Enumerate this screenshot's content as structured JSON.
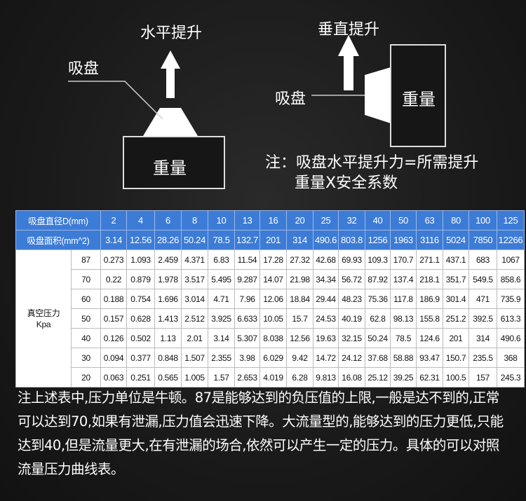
{
  "diagram_left": {
    "lift_label": "水平提升",
    "cup_label": "吸盘",
    "weight_label": "重量"
  },
  "diagram_right": {
    "lift_label": "垂直提升",
    "cup_label": "吸盘",
    "weight_label": "重量"
  },
  "note": {
    "line1": "注：吸盘水平提升力=所需提升",
    "line2": "重量X安全系数"
  },
  "table": {
    "diameter_label": "吸盘直径D(mm)",
    "area_label": "吸盘面积(mm^2)",
    "pressure_label_line1": "真空压力",
    "pressure_label_line2": "Kpa",
    "diameters": [
      "2",
      "4",
      "6",
      "8",
      "10",
      "13",
      "16",
      "20",
      "25",
      "32",
      "40",
      "50",
      "63",
      "80",
      "100",
      "125"
    ],
    "areas": [
      "3.14",
      "12.56",
      "28.26",
      "50.24",
      "78.5",
      "132.7",
      "201",
      "314",
      "490.6",
      "803.8",
      "1256",
      "1963",
      "3116",
      "5024",
      "7850",
      "12266"
    ],
    "rows": [
      {
        "pressure": "87",
        "values": [
          "0.273",
          "1.093",
          "2.459",
          "4.371",
          "6.83",
          "11.54",
          "17.28",
          "27.32",
          "42.68",
          "69.93",
          "109.3",
          "170.7",
          "271.1",
          "437.1",
          "683",
          "1067"
        ]
      },
      {
        "pressure": "70",
        "values": [
          "0.22",
          "0.879",
          "1.978",
          "3.517",
          "5.495",
          "9.287",
          "14.07",
          "21.98",
          "34.34",
          "56.72",
          "87.92",
          "137.4",
          "218.1",
          "351.7",
          "549.5",
          "858.6"
        ]
      },
      {
        "pressure": "60",
        "values": [
          "0.188",
          "0.754",
          "1.696",
          "3.014",
          "4.71",
          "7.96",
          "12.06",
          "18.84",
          "29.44",
          "48.23",
          "75.36",
          "117.8",
          "186.9",
          "301.4",
          "471",
          "735.9"
        ]
      },
      {
        "pressure": "50",
        "values": [
          "0.157",
          "0.628",
          "1.413",
          "2.512",
          "3.925",
          "6.633",
          "10.05",
          "15.7",
          "24.53",
          "40.19",
          "62.8",
          "98.13",
          "155.8",
          "251.2",
          "392.5",
          "613.3"
        ]
      },
      {
        "pressure": "40",
        "values": [
          "0.126",
          "0.502",
          "1.13",
          "2.01",
          "3.14",
          "5.307",
          "8.038",
          "12.56",
          "19.63",
          "32.15",
          "50.24",
          "78.5",
          "124.6",
          "201",
          "314",
          "490.6"
        ]
      },
      {
        "pressure": "30",
        "values": [
          "0.094",
          "0.377",
          "0.848",
          "1.507",
          "2.355",
          "3.98",
          "6.029",
          "9.42",
          "14.72",
          "24.12",
          "37.68",
          "58.88",
          "93.47",
          "150.7",
          "235.5",
          "368"
        ]
      },
      {
        "pressure": "20",
        "values": [
          "0.063",
          "0.251",
          "0.565",
          "1.005",
          "1.57",
          "2.653",
          "4.019",
          "6.28",
          "9.813",
          "16.08",
          "25.12",
          "39.25",
          "62.31",
          "100.5",
          "157",
          "245.3"
        ]
      }
    ]
  },
  "footer": {
    "text": "注上述表中,压力单位是牛顿。87是能够达到的负压值的上限,一般是达不到的,正常可以达到70,如果有泄漏,压力值会迅速下降。大流量型的,能够达到的压力更低,只能达到40,但是流量更大,在有泄漏的场合,依然可以产生一定的压力。具体的可以对照流量压力曲线表。"
  }
}
